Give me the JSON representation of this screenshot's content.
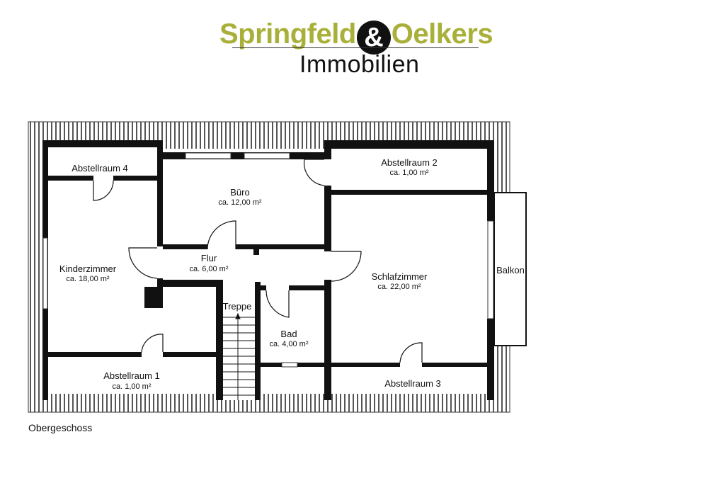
{
  "logo": {
    "name_left": "Springfeld",
    "ampersand": "&",
    "name_right": "Oelkers",
    "subtitle": "Immobilien",
    "brand_color": "#a9b03a"
  },
  "floor_name": "Obergeschoss",
  "rooms": {
    "abstellraum4": {
      "name": "Abstellraum 4"
    },
    "buero": {
      "name": "Büro",
      "area": "ca. 12,00 m²"
    },
    "abstellraum2": {
      "name": "Abstellraum 2",
      "area": "ca. 1,00 m²"
    },
    "kinderzimmer": {
      "name": "Kinderzimmer",
      "area": "ca. 18,00 m²"
    },
    "flur": {
      "name": "Flur",
      "area": "ca. 6,00 m²"
    },
    "schlafzimmer": {
      "name": "Schlafzimmer",
      "area": "ca. 22,00 m²"
    },
    "balkon": {
      "name": "Balkon"
    },
    "treppe": {
      "name": "Treppe"
    },
    "bad": {
      "name": "Bad",
      "area": "ca. 4,00 m²"
    },
    "abstellraum1": {
      "name": "Abstellraum 1",
      "area": "ca. 1,00 m²"
    },
    "abstellraum3": {
      "name": "Abstellraum 3"
    }
  }
}
